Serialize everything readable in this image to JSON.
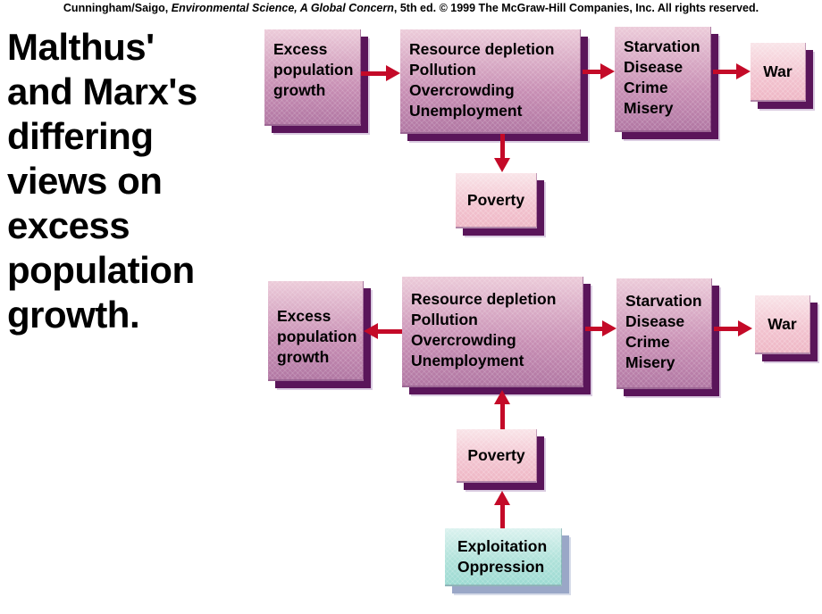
{
  "copyright": {
    "prefix": "Cunningham/Saigo, ",
    "italic": "Environmental Science, A Global Concern",
    "suffix": ", 5th ed. © 1999 The McGraw-Hill Companies, Inc. All rights reserved."
  },
  "title": "Malthus'\nand Marx's\ndiffering\nviews on\nexcess\npopulation\ngrowth.",
  "colors": {
    "box_pink_top": "#eccbd9",
    "box_pink_bottom": "#b177a3",
    "box_lightpink_top": "#f9e4e8",
    "box_lightpink_bottom": "#eeb7c5",
    "box_teal_top": "#dbf2ef",
    "box_teal_bottom": "#9cdad2",
    "shadow_purple": "#5a155a",
    "shadow_slate": "#9aa7c7",
    "arrow_red": "#c40a28",
    "text": "#000000",
    "background": "#ffffff"
  },
  "malthus_chain": {
    "excess": "Excess\npopulation\ngrowth",
    "resource": "Resource depletion\nPollution\nOvercrowding\nUnemployment",
    "starvation": "Starvation\nDisease\nCrime\nMisery",
    "war": "War",
    "poverty": "Poverty"
  },
  "marx_chain": {
    "excess": "Excess\npopulation\ngrowth",
    "resource": "Resource depletion\nPollution\nOvercrowding\nUnemployment",
    "starvation": "Starvation\nDisease\nCrime\nMisery",
    "war": "War",
    "poverty": "Poverty",
    "exploitation": "Exploitation\nOppression"
  }
}
